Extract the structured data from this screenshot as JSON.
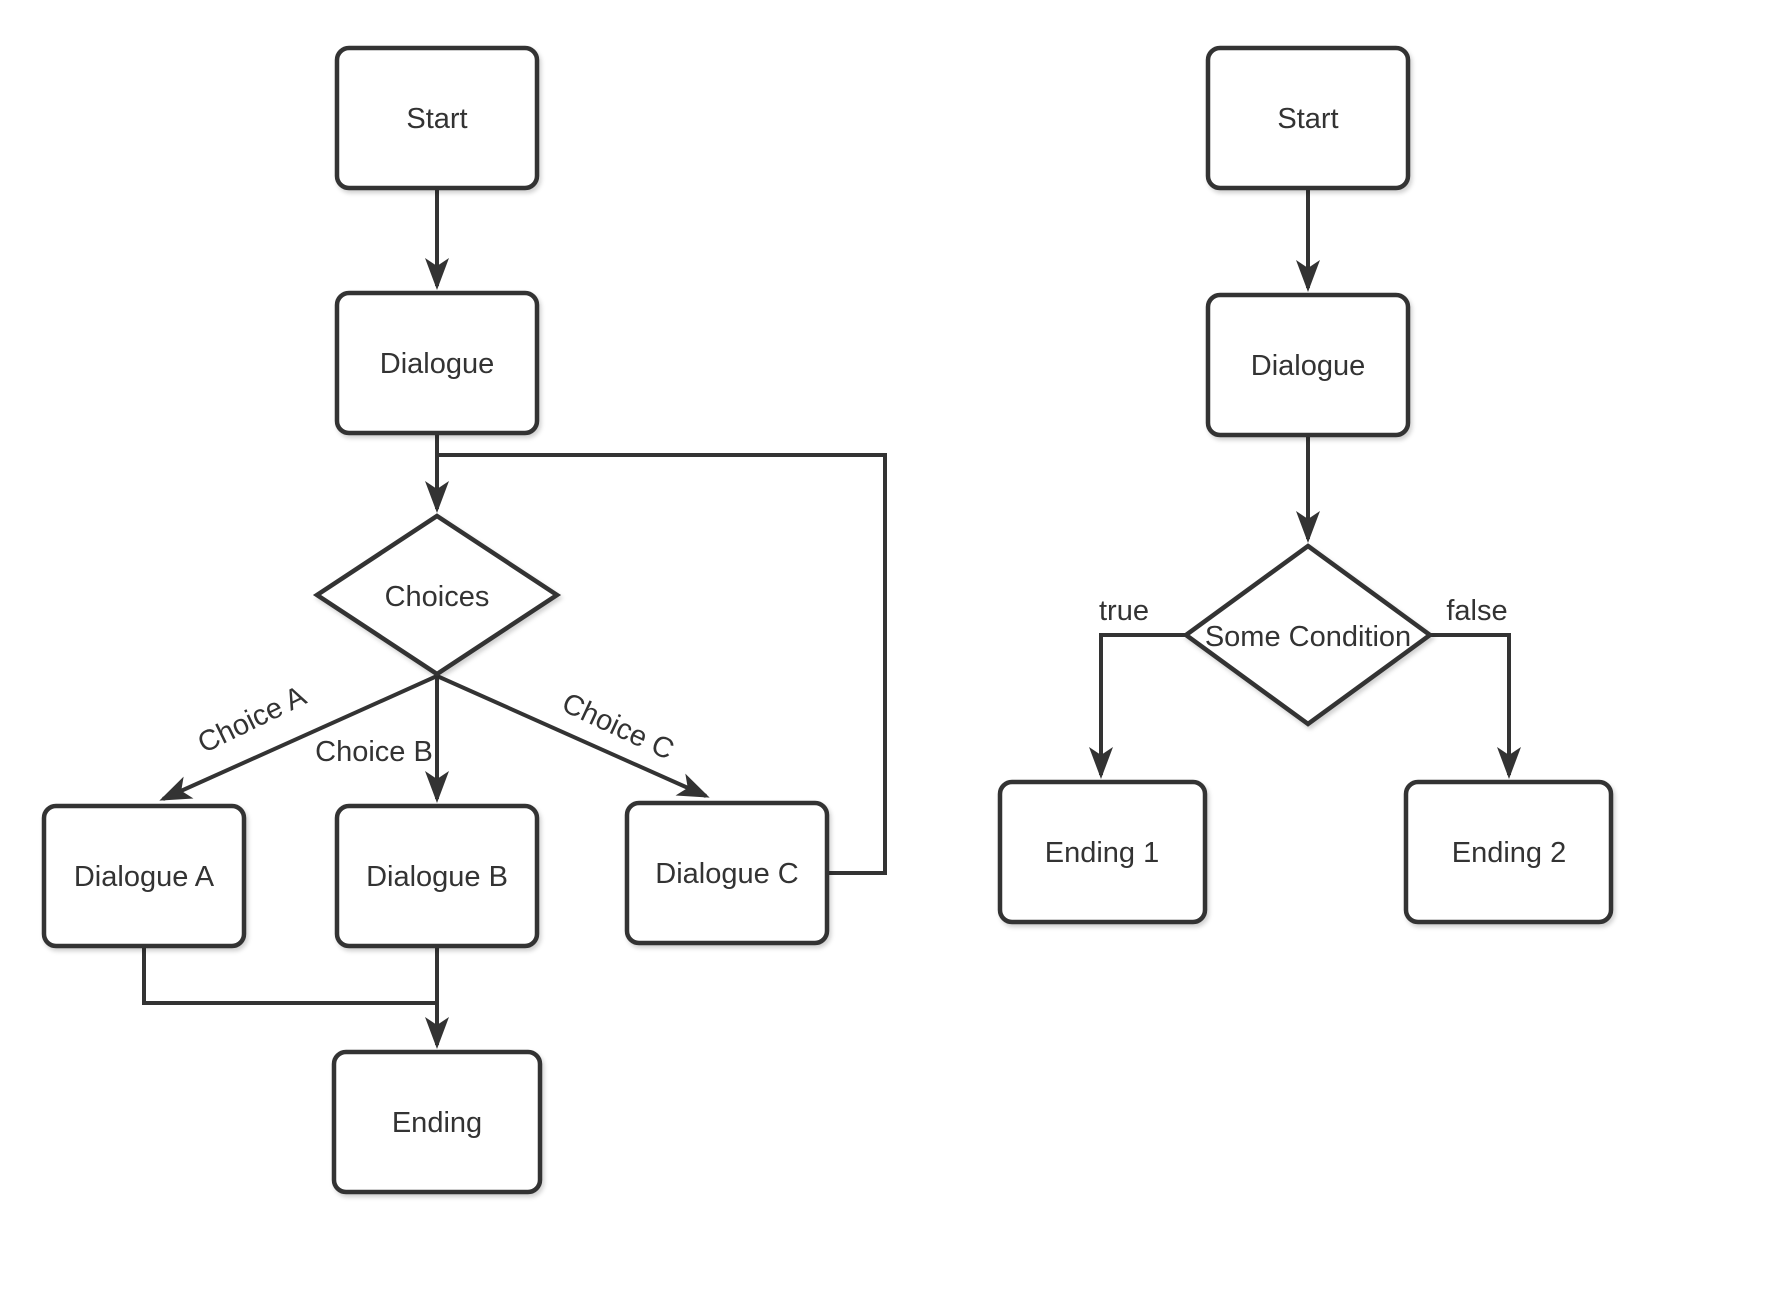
{
  "colors": {
    "background": "#ffffff",
    "shape_fill": "#ffffff",
    "stroke": "#333333",
    "text": "#333333"
  },
  "diagrams": {
    "left": {
      "nodes": {
        "start": {
          "label": "Start"
        },
        "dialogue": {
          "label": "Dialogue"
        },
        "choices": {
          "label": "Choices"
        },
        "dialogue_a": {
          "label": "Dialogue A"
        },
        "dialogue_b": {
          "label": "Dialogue B"
        },
        "dialogue_c": {
          "label": "Dialogue C"
        },
        "ending": {
          "label": "Ending"
        }
      },
      "edge_labels": {
        "choice_a": "Choice A",
        "choice_b": "Choice B",
        "choice_c": "Choice C"
      }
    },
    "right": {
      "nodes": {
        "start": {
          "label": "Start"
        },
        "dialogue": {
          "label": "Dialogue"
        },
        "condition": {
          "label": "Some Condition"
        },
        "ending_1": {
          "label": "Ending 1"
        },
        "ending_2": {
          "label": "Ending 2"
        }
      },
      "edge_labels": {
        "true": "true",
        "false": "false"
      }
    }
  }
}
